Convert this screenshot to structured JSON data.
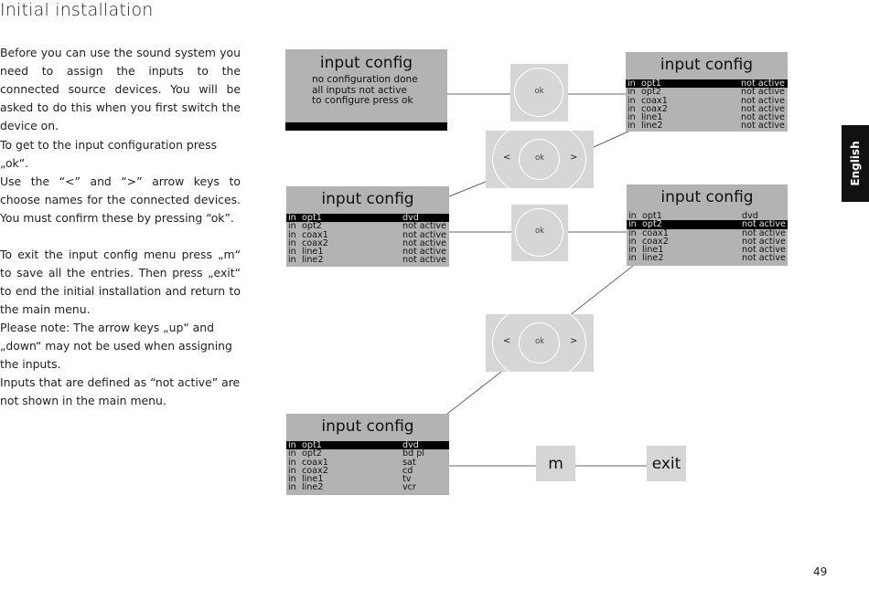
{
  "page": {
    "title": "Initial installation",
    "page_number": "49",
    "language_tab": "English"
  },
  "paragraphs": [
    "Before you can use the sound system you need to assign the inputs to the connected source devices. You will be asked to do this when you first switch the device on.",
    "To get to the input configuration press „ok“.",
    "Use the “<” and “>” arrow keys to choose names for the connected devices. You must confirm these by pressing “ok”.",
    "To exit the input config menu press „m“ to save all the entries. Then press „exit“ to end the initial installation and return to the main menu.",
    "Please note: The arrow keys „up“ and „down“ may not be used when assigning the inputs.",
    "Inputs that are defined as “not active” are not shown in the main menu."
  ],
  "screen1": {
    "title": "input config",
    "lines": [
      "no configuration done",
      "all inputs not active",
      "to configure press ok"
    ]
  },
  "screen2": {
    "title": "input config",
    "rows": [
      {
        "c1": "in",
        "c2": "opt1",
        "c3": "not active"
      },
      {
        "c1": "in",
        "c2": "opt2",
        "c3": "not active"
      },
      {
        "c1": "in",
        "c2": "coax1",
        "c3": "not active"
      },
      {
        "c1": "in",
        "c2": "coax2",
        "c3": "not active"
      },
      {
        "c1": "in",
        "c2": "line1",
        "c3": "not active"
      },
      {
        "c1": "in",
        "c2": "line2",
        "c3": "not active"
      }
    ]
  },
  "screen3": {
    "title": "input config",
    "rows": [
      {
        "c1": "in",
        "c2": "opt1",
        "c3": "dvd"
      },
      {
        "c1": "in",
        "c2": "opt2",
        "c3": "not active"
      },
      {
        "c1": "in",
        "c2": "coax1",
        "c3": "not active"
      },
      {
        "c1": "in",
        "c2": "coax2",
        "c3": "not active"
      },
      {
        "c1": "in",
        "c2": "line1",
        "c3": "not active"
      },
      {
        "c1": "in",
        "c2": "line2",
        "c3": "not active"
      }
    ]
  },
  "screen4": {
    "title": "input config",
    "rows": [
      {
        "c1": "in",
        "c2": "opt1",
        "c3": "dvd"
      },
      {
        "c1": "in",
        "c2": "opt2",
        "c3": "not active"
      },
      {
        "c1": "in",
        "c2": "coax1",
        "c3": "not active"
      },
      {
        "c1": "in",
        "c2": "coax2",
        "c3": "not active"
      },
      {
        "c1": "in",
        "c2": "line1",
        "c3": "not active"
      },
      {
        "c1": "in",
        "c2": "line2",
        "c3": "not active"
      }
    ]
  },
  "screen5": {
    "title": "input config",
    "rows": [
      {
        "c1": "in",
        "c2": "opt1",
        "c3": "dvd"
      },
      {
        "c1": "in",
        "c2": "opt2",
        "c3": "bd pl"
      },
      {
        "c1": "in",
        "c2": "coax1",
        "c3": "sat"
      },
      {
        "c1": "in",
        "c2": "coax2",
        "c3": "cd"
      },
      {
        "c1": "in",
        "c2": "line1",
        "c3": "tv"
      },
      {
        "c1": "in",
        "c2": "line2",
        "c3": "vcr"
      }
    ]
  },
  "keys": {
    "ok": "ok",
    "left": "<",
    "right": ">",
    "m": "m",
    "exit": "exit"
  },
  "colors": {
    "screen_bg": "#b3b3b3",
    "button_bg": "#d6d6d6",
    "selected_row_bg": "#000000",
    "tab_bg": "#111111"
  }
}
